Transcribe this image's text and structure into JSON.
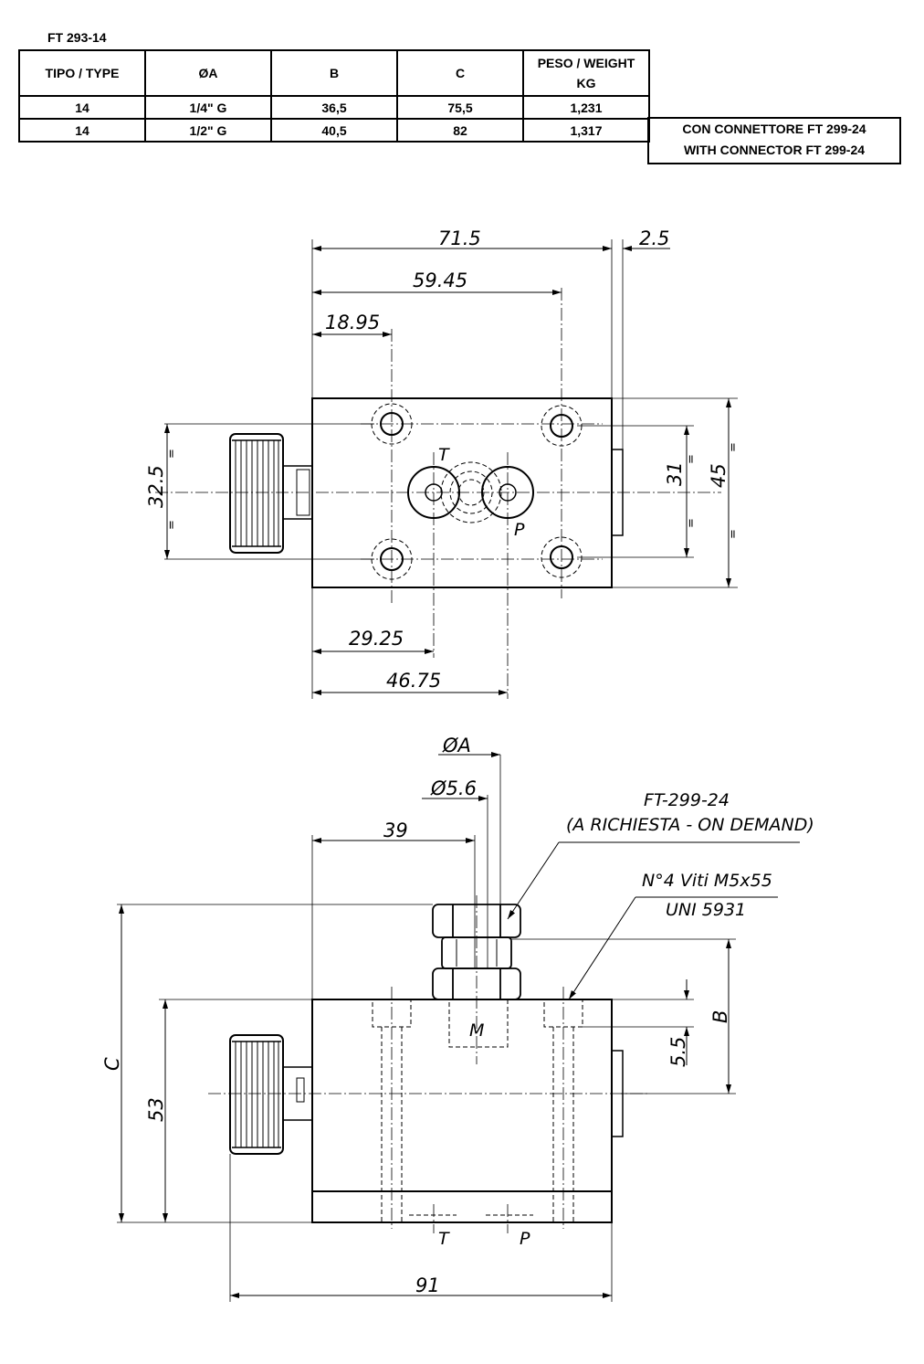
{
  "table": {
    "code": "FT 293-14",
    "headers": [
      "TIPO / TYPE",
      "ØA",
      "B",
      "C",
      "PESO / WEIGHT\nKG"
    ],
    "rows": [
      [
        "14",
        "1/4\" G",
        "36,5",
        "75,5",
        "1,231"
      ],
      [
        "14",
        "1/2\" G",
        "40,5",
        "82",
        "1,317"
      ]
    ],
    "note_line1": "CON CONNETTORE FT 299-24",
    "note_line2": "WITH CONNECTOR FT 299-24"
  },
  "top_view": {
    "dim_71_5": "71.5",
    "dim_2_5": "2.5",
    "dim_59_45": "59.45",
    "dim_18_95": "18.95",
    "dim_32_5": "32.5",
    "dim_31": "31",
    "dim_45": "45",
    "dim_29_25": "29.25",
    "dim_46_75": "46.75",
    "port_t": "T",
    "port_p": "P",
    "equal_mark": "="
  },
  "front_view": {
    "dim_phi_a": "ØA",
    "dim_phi_5_6": "Ø5.6",
    "dim_39": "39",
    "dim_c": "C",
    "dim_53": "53",
    "dim_b": "B",
    "dim_5_5": "5.5",
    "dim_91": "91",
    "label_m": "M",
    "port_t": "T",
    "port_p": "P",
    "connector_line1": "FT-299-24",
    "connector_line2": "(A RICHIESTA - ON DEMAND)",
    "screws_line1": "N°4 Viti M5x55",
    "screws_line2": "UNI 5931"
  }
}
